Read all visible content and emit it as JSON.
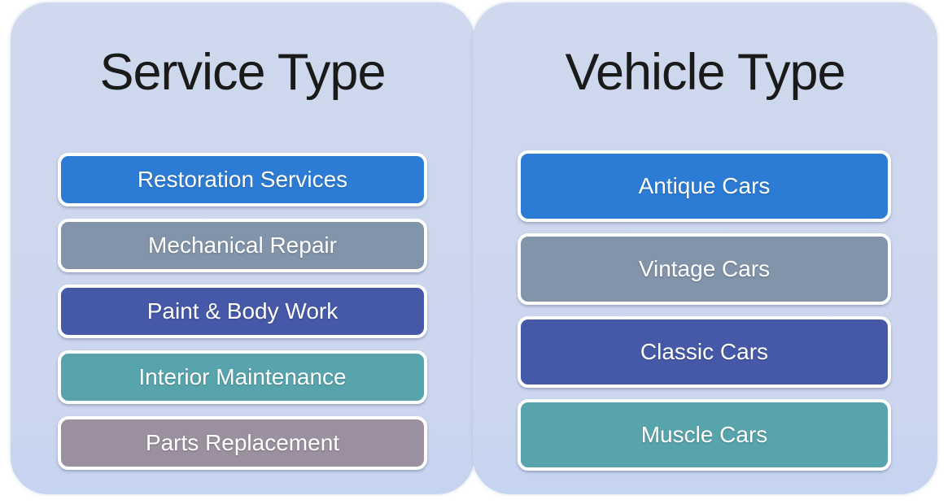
{
  "colors": {
    "page_bg": "#ffffff",
    "panel_bg": "#cdd7ee",
    "title_text": "#1a1a1a",
    "item_text": "#ffffff",
    "item_border": "#ffffff",
    "item_blue": "#2c7cd5",
    "item_gray_blue": "#8294aa",
    "item_dark_blue": "#4659a8",
    "item_teal": "#58a4ad",
    "item_mauve": "#9b90a0"
  },
  "panels": [
    {
      "title": "Service Type",
      "items": [
        {
          "label": "Restoration Services",
          "color": "#2c7cd5"
        },
        {
          "label": "Mechanical Repair",
          "color": "#8294aa"
        },
        {
          "label": "Paint & Body Work",
          "color": "#4659a8"
        },
        {
          "label": "Interior Maintenance",
          "color": "#58a4ad"
        },
        {
          "label": "Parts Replacement",
          "color": "#9b90a0"
        }
      ]
    },
    {
      "title": "Vehicle Type",
      "items": [
        {
          "label": "Antique Cars",
          "color": "#2c7cd5"
        },
        {
          "label": "Vintage Cars",
          "color": "#8294aa"
        },
        {
          "label": "Classic Cars",
          "color": "#4659a8"
        },
        {
          "label": "Muscle Cars",
          "color": "#58a4ad"
        }
      ]
    }
  ]
}
